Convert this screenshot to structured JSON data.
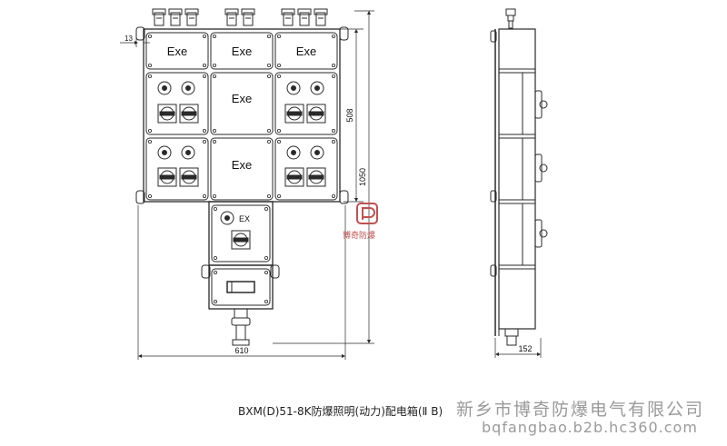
{
  "front": {
    "exe_labels": [
      "Exe",
      "Exe",
      "Exe",
      "Exe",
      "Exe"
    ],
    "ex_label": "EX"
  },
  "dimensions": {
    "left_offset": "13",
    "half_height": "508",
    "total_height": "1050",
    "width": "610",
    "depth": "152"
  },
  "caption": "BXM(D)51-8K防爆照明(动力)配电箱(Ⅱ B)",
  "watermark": {
    "company": "新乡市博奇防爆电气有限公司",
    "url": "bqfangbao.b2b.hc360.com",
    "logo_text": "博奇防爆"
  },
  "colors": {
    "line": "#2a2a2a",
    "logo": "#c25050",
    "watermark": "#9a9a9a"
  }
}
